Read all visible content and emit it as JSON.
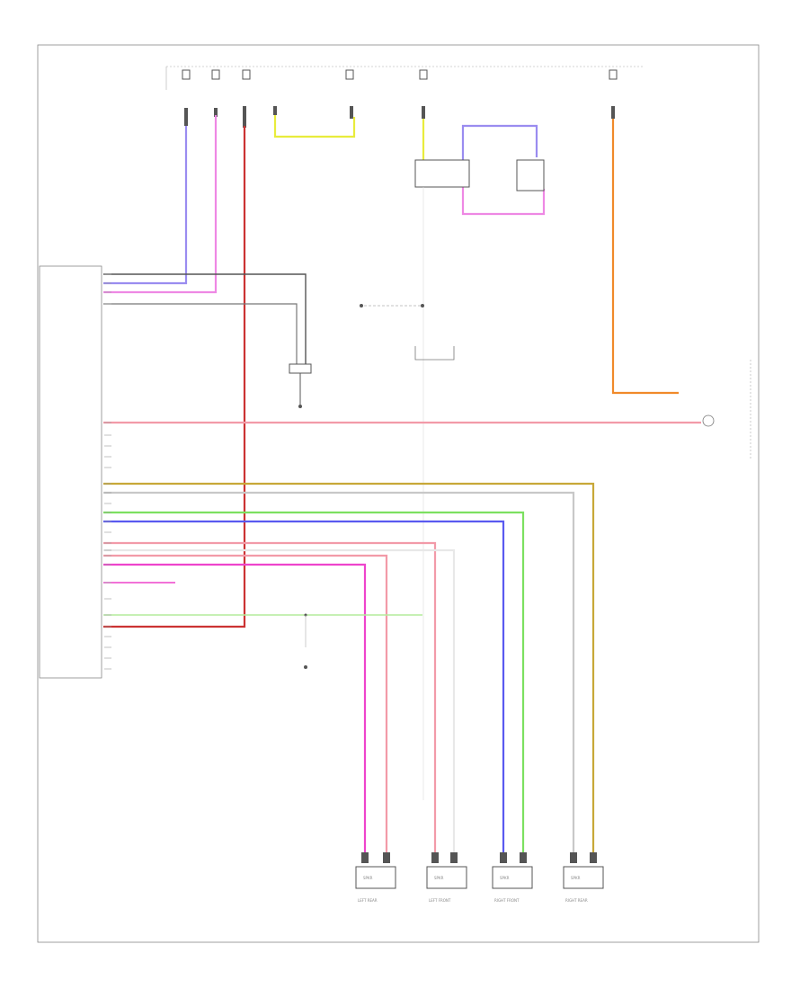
{
  "colors": {
    "violet": "#9a8cf0",
    "pink": "#ee88e4",
    "dark_red": "#cc3333",
    "yellow": "#e8ec3c",
    "orange": "#f08a2a",
    "light_red": "#f29aa8",
    "olive": "#c8a838",
    "light_gray": "#c8c8c8",
    "green": "#7ce060",
    "blue": "#5a5af0",
    "magenta": "#ee44cc",
    "light_green": "#b4ec9c",
    "gray": "#777777"
  },
  "labels": {
    "footer_code": "",
    "left_rear": "LEFT REAR",
    "left_front": "LEFT FRONT",
    "right_front": "RIGHT FRONT",
    "right_rear": "RIGHT REAR",
    "speaker": "SPKR"
  }
}
